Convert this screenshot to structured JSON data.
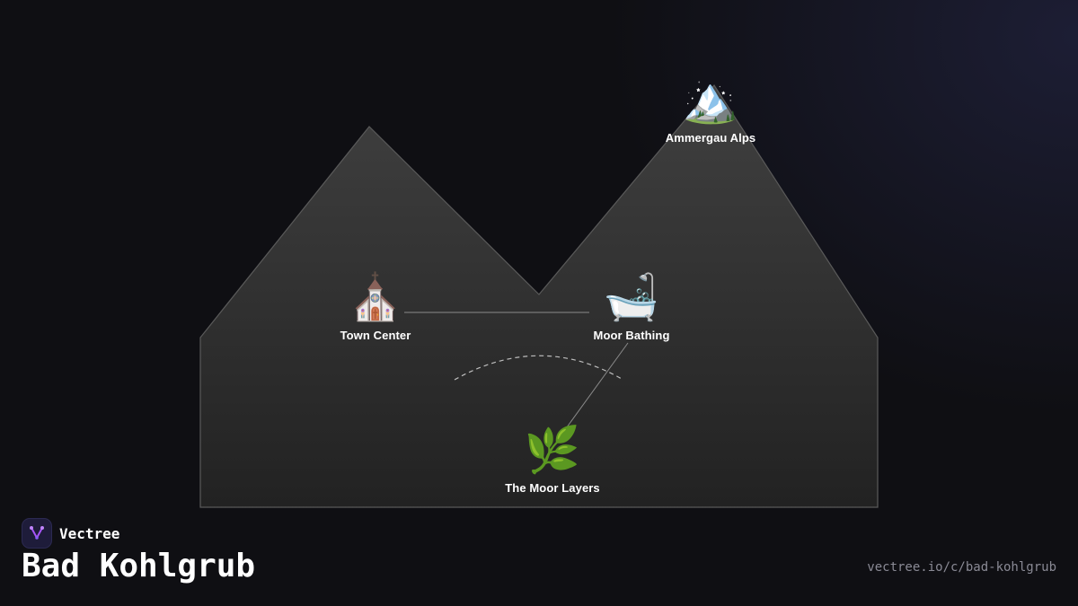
{
  "nodes": {
    "alps": {
      "label": "Ammergau Alps",
      "emoji": "🏔️"
    },
    "town": {
      "label": "Town Center",
      "emoji": "⛪"
    },
    "bath": {
      "label": "Moor Bathing",
      "emoji": "🛁"
    },
    "layers": {
      "label": "The Moor Layers",
      "emoji": "🌿"
    }
  },
  "footer": {
    "brand": "Vectree",
    "title": "Bad Kohlgrub",
    "url": "vectree.io/c/bad-kohlgrub"
  },
  "colors": {
    "background": "#0f0f13",
    "mountain_top": "#404040",
    "mountain_bottom": "#222222",
    "accent": "#a855f7"
  }
}
